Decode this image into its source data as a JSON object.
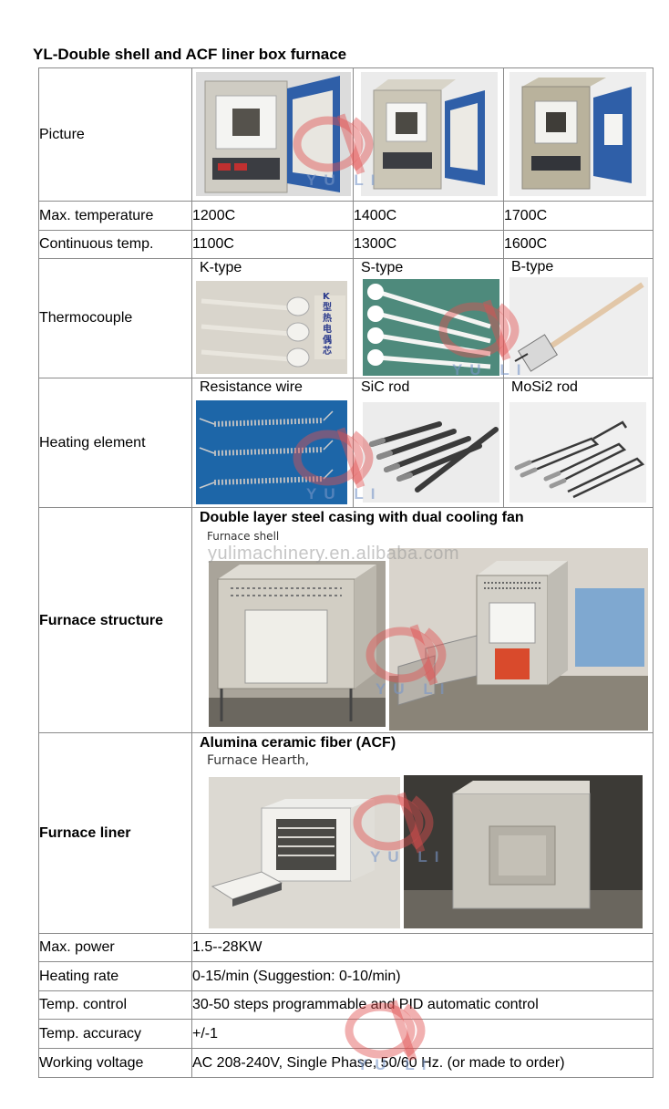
{
  "title": "YL-Double shell and ACF liner box furnace",
  "rows": {
    "picture": {
      "label": "Picture"
    },
    "max_temp": {
      "label": "Max. temperature",
      "values": [
        "1200C",
        "1400C",
        "1700C"
      ]
    },
    "cont_temp": {
      "label": "Continuous temp.",
      "values": [
        "1100C",
        "1300C",
        "1600C"
      ]
    },
    "thermocouple": {
      "label": "Thermocouple",
      "types": [
        "K-type",
        "S-type",
        "B-type"
      ],
      "k_tag": "K型热电偶芯"
    },
    "heating_element": {
      "label": "Heating element",
      "types": [
        "Resistance wire",
        "SiC rod",
        "MoSi2 rod"
      ]
    },
    "furnace_structure": {
      "label": "Furnace structure",
      "headline": "Double layer steel casing with dual cooling fan",
      "photo_note": "Furnace shell"
    },
    "furnace_liner": {
      "label": "Furnace liner",
      "headline": "Alumina ceramic fiber (ACF)",
      "photo_note": "Furnace Hearth,"
    },
    "max_power": {
      "label": "Max. power",
      "value": "1.5--28KW"
    },
    "heating_rate": {
      "label": "Heating rate",
      "value": "0-15/min (Suggestion: 0-10/min)"
    },
    "temp_control": {
      "label": "Temp. control",
      "value": "30-50 steps programmable and PID automatic control"
    },
    "temp_accuracy": {
      "label": "Temp. accuracy",
      "value": "+/-1"
    },
    "working_voltage": {
      "label": "Working voltage",
      "value": "AC 208-240V, Single Phase, 50/60 Hz. (or made to order)"
    }
  },
  "watermark": {
    "url_text": "yulimachinery.en.alibaba.com",
    "brand_text": "YU LI"
  },
  "colors": {
    "door_blue": "#2f5fa8",
    "casing_gray": "#c9c6bb",
    "watermark_red": "#e05050"
  }
}
